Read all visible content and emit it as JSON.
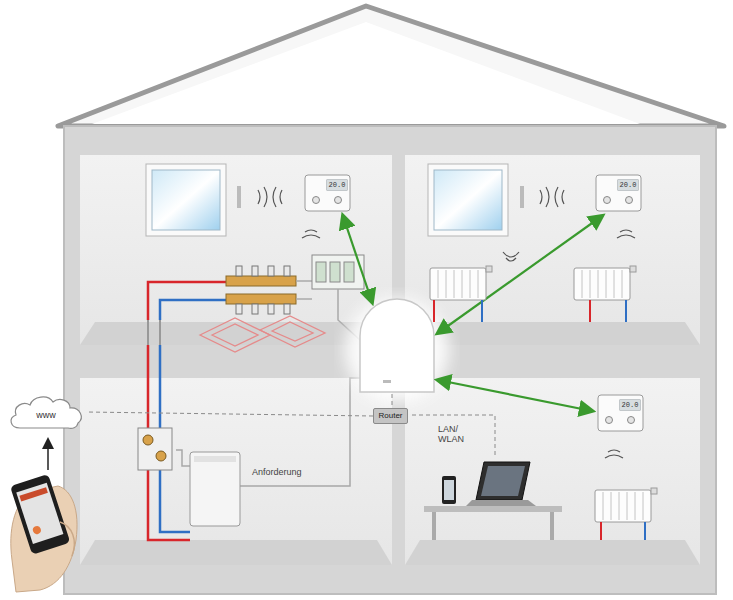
{
  "diagram": {
    "nodes": [
      {
        "text": [
          "www"
        ]
      },
      {
        "text": [
          "Router"
        ]
      }
    ],
    "edges": [
      {
        "from": 1,
        "to": 0,
        "arrow": "none"
      }
    ],
    "labels": [
      "LAN/ WLAN",
      "Anforderung",
      "20.0",
      "20.0",
      "20.0"
    ]
  }
}
